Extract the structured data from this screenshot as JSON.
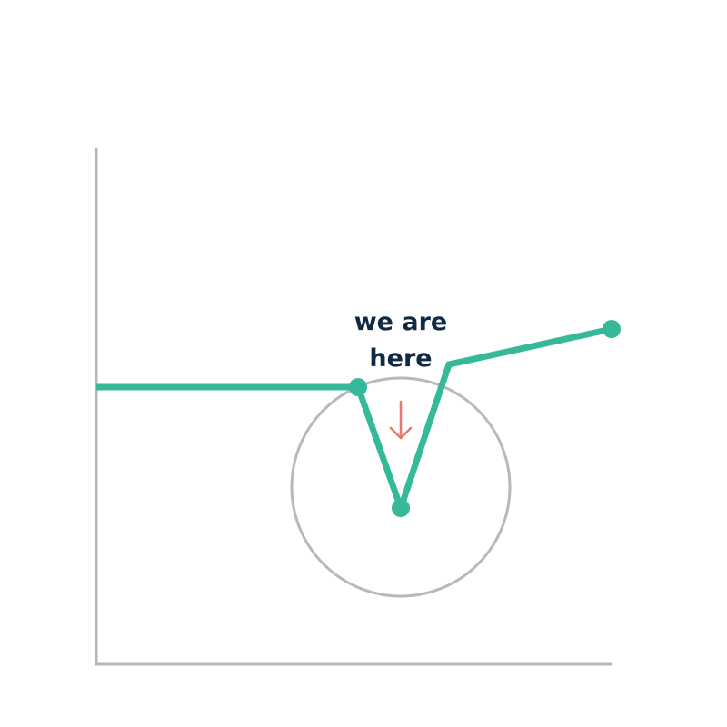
{
  "annotation": {
    "line1": "we are",
    "line2": "here"
  },
  "colors": {
    "line": "#36b89b",
    "axis": "#b6b6b6",
    "circle": "#b9b9b9",
    "arrow": "#e8796b",
    "text": "#102a43"
  },
  "icons": {
    "arrow": "arrow-down-icon",
    "highlight": "circle-highlight"
  }
}
